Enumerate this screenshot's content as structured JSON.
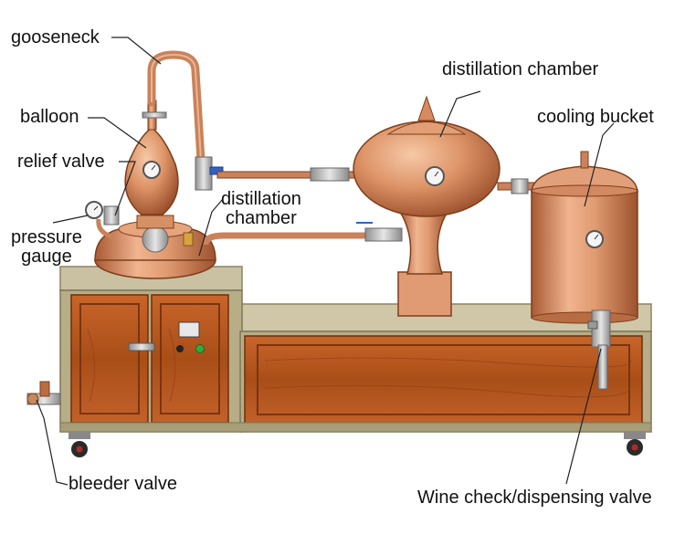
{
  "labels": {
    "gooseneck": "gooseneck",
    "balloon": "balloon",
    "relief_valve": "relief valve",
    "pressure_gauge": "pressure\ngauge",
    "distillation_chamber_small": "distillation\nchamber",
    "distillation_chamber_large": "distillation chamber",
    "cooling_bucket": "cooling bucket",
    "bleeder_valve": "bleeder valve",
    "dispensing_valve": "Wine check/dispensing valve"
  },
  "colors": {
    "copper": "#d98f63",
    "copper_dark": "#a75a35",
    "copper_light": "#f2c1a0",
    "wood": "#b5561e",
    "wood_dark": "#7a3410",
    "frame": "#b7ad86",
    "steel": "#c9c9c9"
  }
}
